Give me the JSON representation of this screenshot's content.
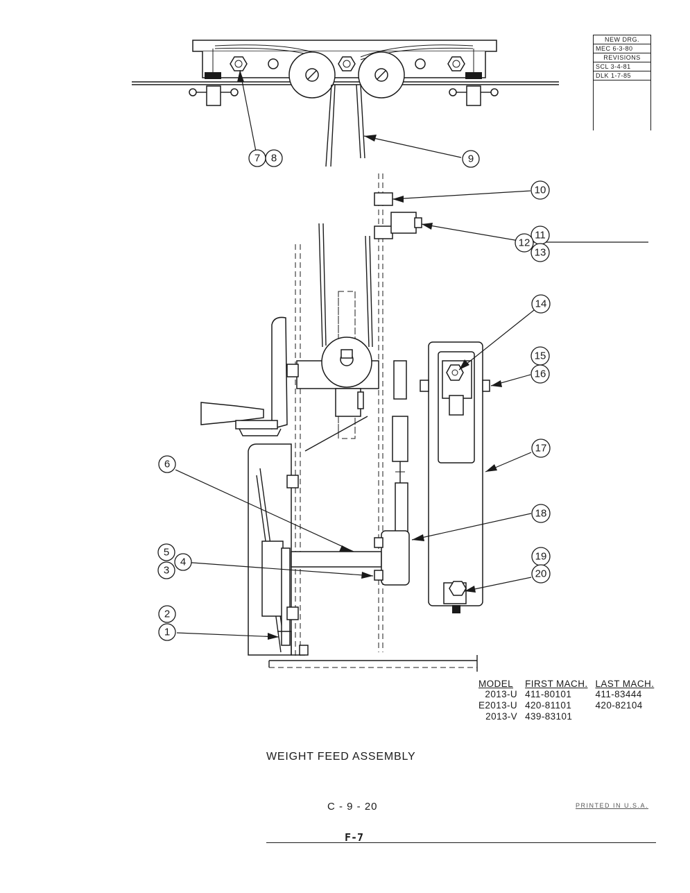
{
  "revision_block": {
    "new_drawing_label": "NEW DRG.",
    "new_drawing_entry": "MEC  6-3-80",
    "revisions_label": "REVISIONS",
    "revision_entries": [
      "SCL  3-4-81",
      "DLK  1-7-85"
    ]
  },
  "callouts": [
    {
      "id": "7",
      "label": "7"
    },
    {
      "id": "8",
      "label": "8"
    },
    {
      "id": "9",
      "label": "9"
    },
    {
      "id": "10",
      "label": "10"
    },
    {
      "id": "11",
      "label": "11"
    },
    {
      "id": "12",
      "label": "12"
    },
    {
      "id": "13",
      "label": "13"
    },
    {
      "id": "14",
      "label": "14"
    },
    {
      "id": "15",
      "label": "15"
    },
    {
      "id": "16",
      "label": "16"
    },
    {
      "id": "17",
      "label": "17"
    },
    {
      "id": "6",
      "label": "6"
    },
    {
      "id": "18",
      "label": "18"
    },
    {
      "id": "5",
      "label": "5"
    },
    {
      "id": "4",
      "label": "4"
    },
    {
      "id": "3",
      "label": "3"
    },
    {
      "id": "19",
      "label": "19"
    },
    {
      "id": "20",
      "label": "20"
    },
    {
      "id": "2",
      "label": "2"
    },
    {
      "id": "1",
      "label": "1"
    }
  ],
  "model_table": {
    "headers": [
      "MODEL",
      "FIRST MACH.",
      "LAST MACH."
    ],
    "rows": [
      [
        "2013-U",
        "411-80101",
        "411-83444"
      ],
      [
        "E2013-U",
        "420-81101",
        "420-82104"
      ],
      [
        "2013-V",
        "439-83101",
        ""
      ]
    ]
  },
  "title": "WEIGHT FEED ASSEMBLY",
  "page_code": "C - 9 - 20",
  "printed_note": "PRINTED  IN  U.S.A.",
  "sheet_label": "F-7"
}
